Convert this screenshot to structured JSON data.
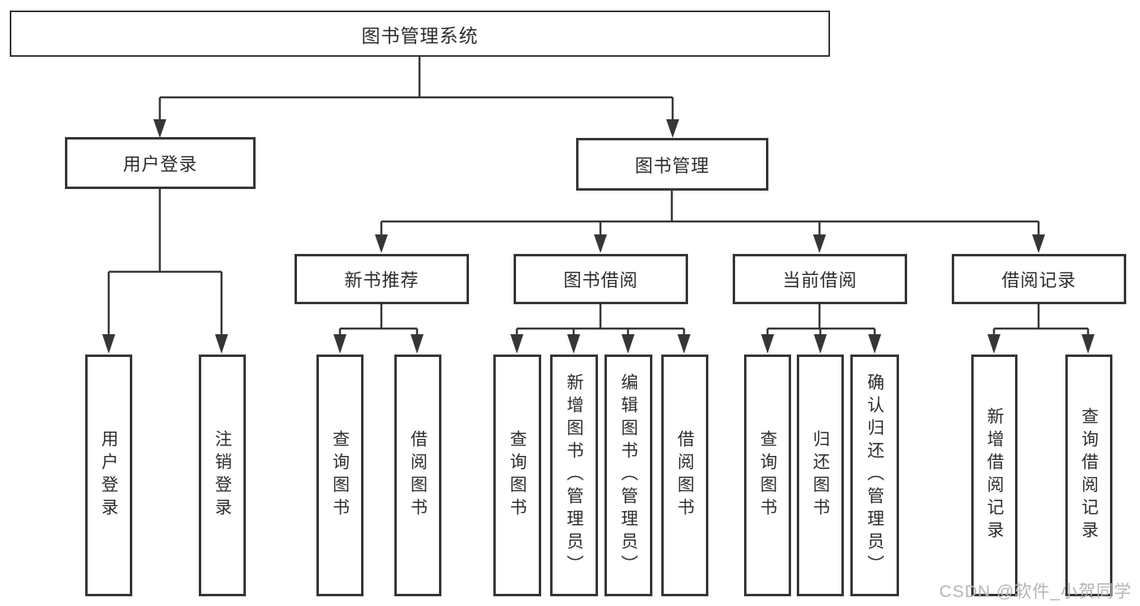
{
  "tree": {
    "label": "图书管理系统",
    "children": [
      {
        "label": "用户登录",
        "children": [
          {
            "label": "用户登录"
          },
          {
            "label": "注销登录"
          }
        ]
      },
      {
        "label": "图书管理",
        "children": [
          {
            "label": "新书推荐",
            "children": [
              {
                "label": "查询图书"
              },
              {
                "label": "借阅图书"
              }
            ]
          },
          {
            "label": "图书借阅",
            "children": [
              {
                "label": "查询图书"
              },
              {
                "label": "新增图书（管理员）"
              },
              {
                "label": "编辑图书（管理员）"
              },
              {
                "label": "借阅图书"
              }
            ]
          },
          {
            "label": "当前借阅",
            "children": [
              {
                "label": "查询图书"
              },
              {
                "label": "归还图书"
              },
              {
                "label": "确认归还（管理员）"
              }
            ]
          },
          {
            "label": "借阅记录",
            "children": [
              {
                "label": "新增借阅记录"
              },
              {
                "label": "查询借阅记录"
              }
            ]
          }
        ]
      }
    ]
  },
  "watermark": {
    "text": "CSDN @软件_小贺同学"
  },
  "colors": {
    "line": "#363636",
    "text": "#2d2d2d",
    "watermark": "#b5b5b5",
    "background": "#ffffff"
  }
}
